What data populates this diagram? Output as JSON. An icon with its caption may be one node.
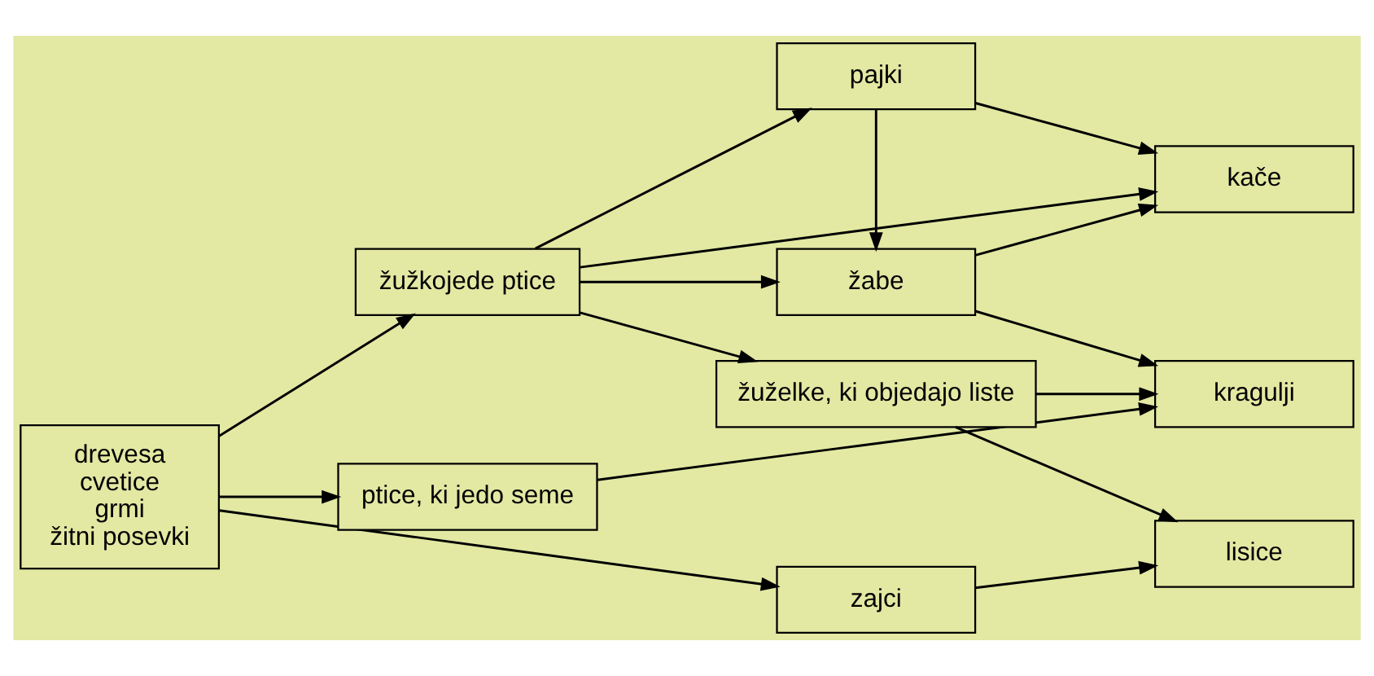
{
  "diagram": {
    "nodes": [
      {
        "text": [
          "drevesa",
          "cvetice",
          "grmi",
          "žitni posevki"
        ]
      },
      {
        "text": [
          "zajci"
        ]
      },
      {
        "text": [
          "ptice, ki jedo seme"
        ]
      },
      {
        "text": [
          "žužkojede ptice"
        ]
      },
      {
        "text": [
          "žuželke, ki objedajo liste"
        ]
      },
      {
        "text": [
          "žabe"
        ]
      },
      {
        "text": [
          "pajki"
        ]
      },
      {
        "text": [
          "lisice"
        ]
      },
      {
        "text": [
          "kragulji"
        ]
      },
      {
        "text": [
          "kače"
        ]
      }
    ],
    "edges": [
      {
        "from": 0,
        "to": 1,
        "arrow": "to"
      },
      {
        "from": 0,
        "to": 2,
        "arrow": "to"
      },
      {
        "from": 0,
        "to": 3,
        "arrow": "to"
      },
      {
        "from": 1,
        "to": 7,
        "arrow": "to"
      },
      {
        "from": 2,
        "to": 8,
        "arrow": "to"
      },
      {
        "from": 3,
        "to": 4,
        "arrow": "to"
      },
      {
        "from": 3,
        "to": 5,
        "arrow": "to"
      },
      {
        "from": 3,
        "to": 9,
        "arrow": "to"
      },
      {
        "from": 3,
        "to": 6,
        "arrow": "to"
      },
      {
        "from": 4,
        "to": 7,
        "arrow": "to"
      },
      {
        "from": 4,
        "to": 8,
        "arrow": "to"
      },
      {
        "from": 5,
        "to": 8,
        "arrow": "to"
      },
      {
        "from": 5,
        "to": 9,
        "arrow": "to"
      },
      {
        "from": 6,
        "to": 5,
        "arrow": "to"
      },
      {
        "from": 6,
        "to": 9,
        "arrow": "to"
      }
    ]
  }
}
